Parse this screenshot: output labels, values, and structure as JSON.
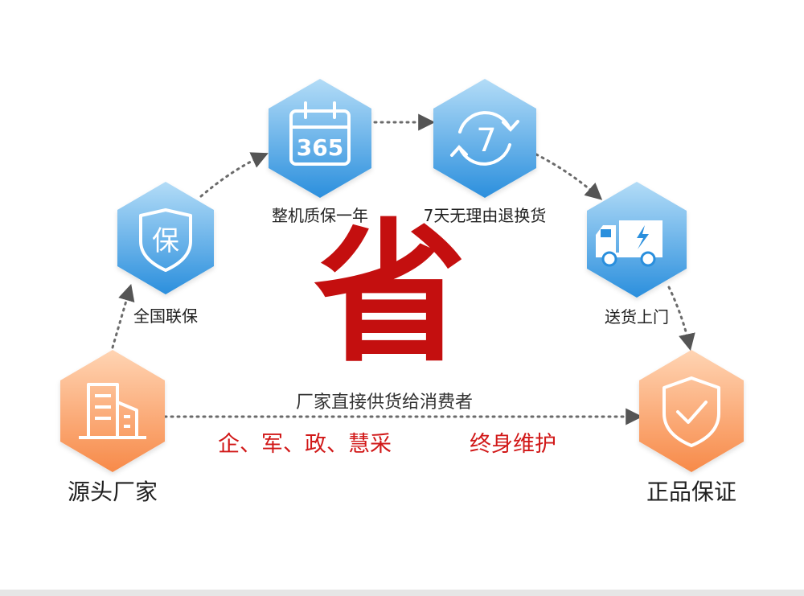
{
  "nodes": {
    "factory": {
      "label": "源头厂家",
      "icon": "building-icon"
    },
    "warranty_national": {
      "label": "全国联保",
      "icon": "shield-bao-icon",
      "icon_text": "保"
    },
    "warranty_year": {
      "label": "整机质保一年",
      "icon": "calendar-365-icon",
      "icon_text": "365"
    },
    "return_7day": {
      "label": "7天无理由退换货",
      "icon": "cycle-7-icon",
      "icon_text": "7"
    },
    "delivery": {
      "label": "送货上门",
      "icon": "truck-icon"
    },
    "genuine": {
      "label": "正品保证",
      "icon": "shield-check-icon"
    }
  },
  "center_char": "省",
  "direct_supply": "厂家直接供货给消费者",
  "clients": "企、军、政、慧采",
  "lifetime": "终身维护",
  "colors": {
    "blue_top": "#b3dcf7",
    "blue_bottom": "#2b8fdd",
    "orange_top": "#ffd4b3",
    "orange_bottom": "#f78a49",
    "red": "#c40f0f",
    "arrow": "#6b6b6b"
  }
}
